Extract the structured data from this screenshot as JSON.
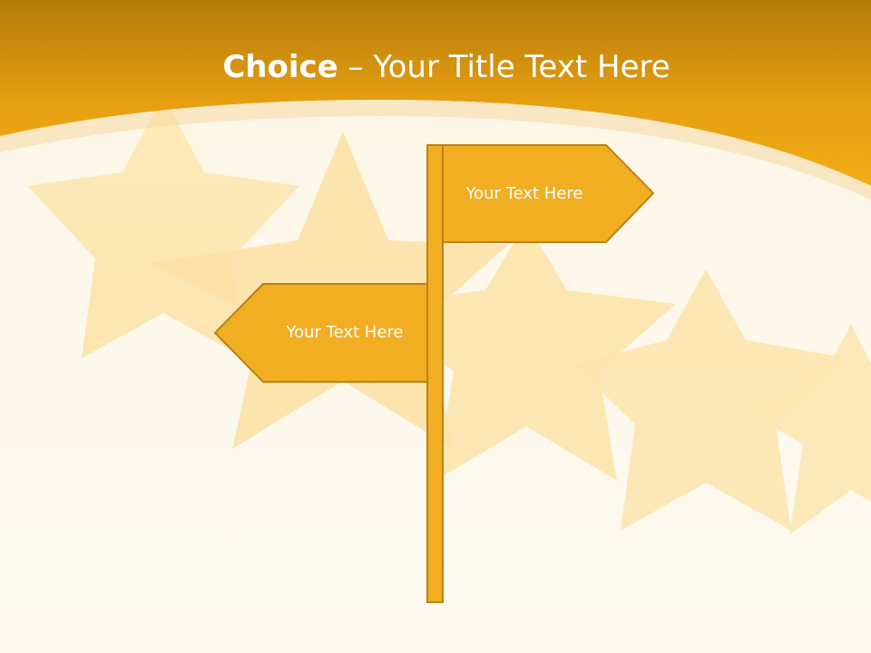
{
  "slide": {
    "title_bold": "Choice",
    "title_rest": " – Your Title Text Here",
    "sign_right_text": "Your Text Here",
    "sign_left_text": "Your Text Here"
  },
  "colors": {
    "header_top": "#b47a0a",
    "header_bottom": "#f3ad17",
    "sign_fill": "#f2ae22",
    "sign_stroke": "#b98317",
    "background": "#fdf9ef",
    "star_fill": "#fbe2a4"
  },
  "icons": [
    "star-icon",
    "signpost-icon",
    "arrow-sign-icon"
  ]
}
